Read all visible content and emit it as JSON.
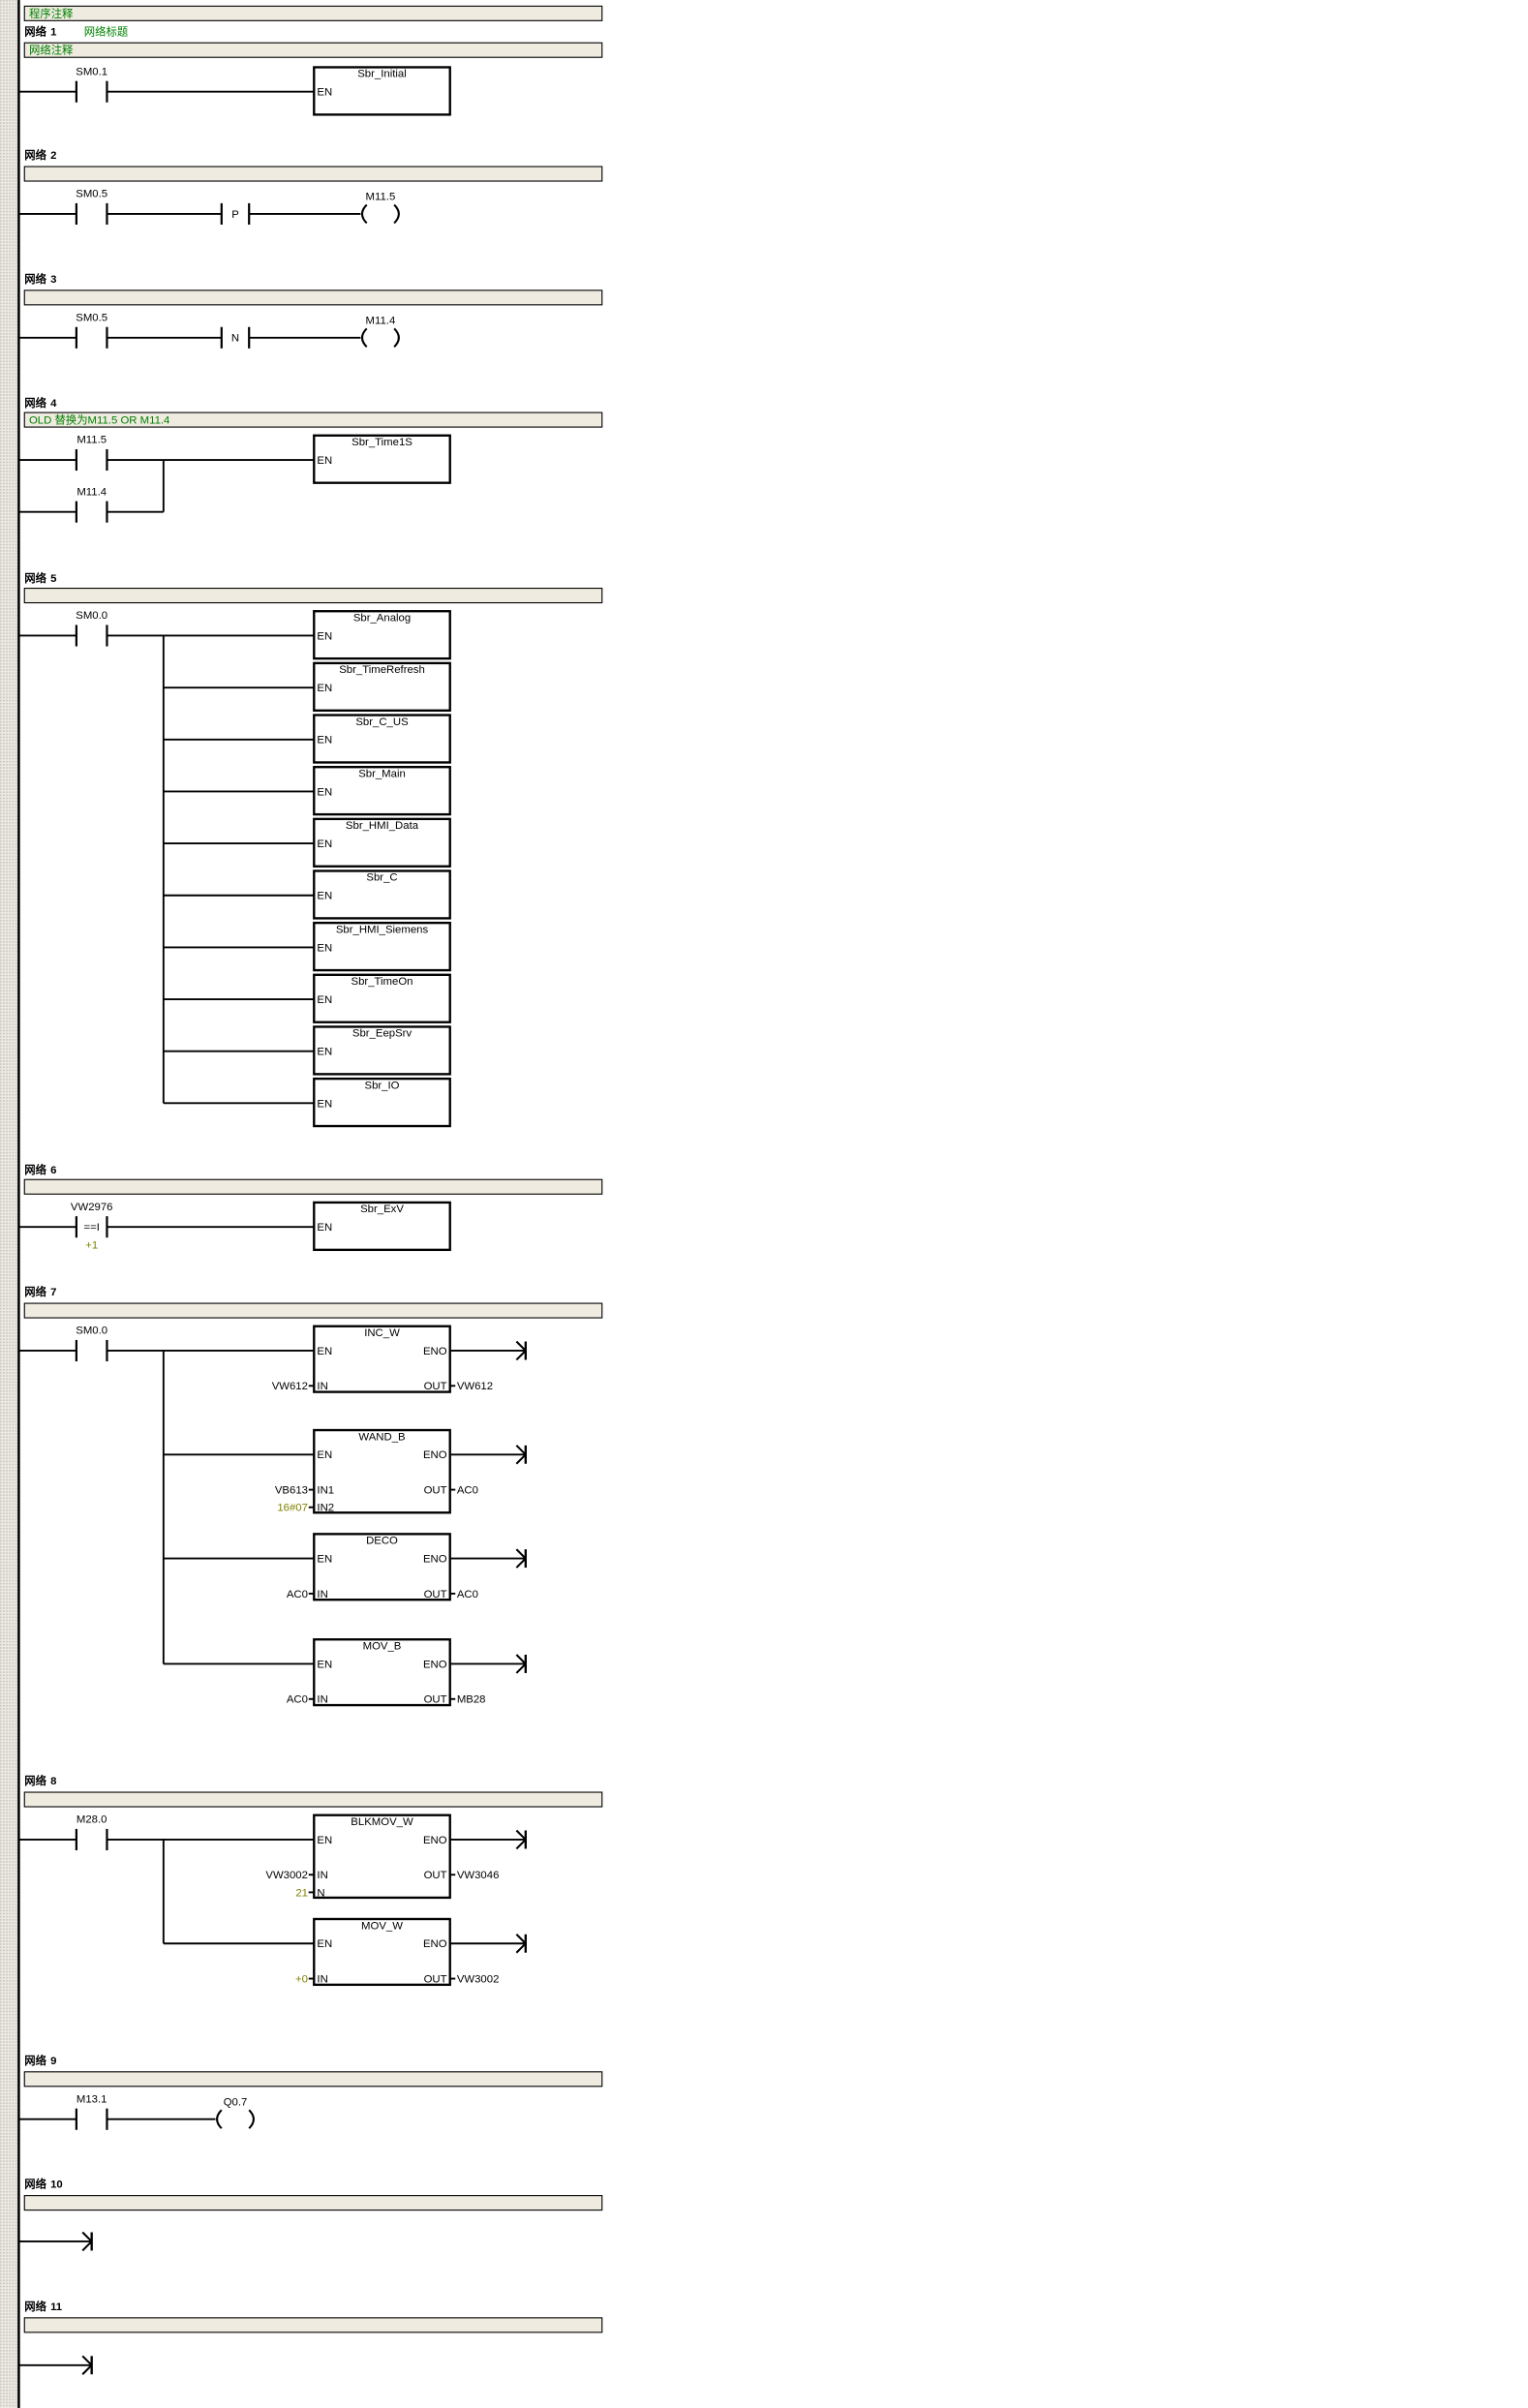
{
  "program_comment": "程序注释",
  "network_label": "网络",
  "pins": {
    "en": "EN",
    "eno": "ENO"
  },
  "networks": [
    {
      "number": "1",
      "title": "网络标题",
      "comment": "网络注释",
      "contacts": [
        "SM0.1"
      ],
      "boxes": [
        {
          "name": "Sbr_Initial"
        }
      ]
    },
    {
      "number": "2",
      "title": "",
      "comment": "",
      "contacts": [
        "SM0.5"
      ],
      "transition": "P",
      "coil": "M11.5"
    },
    {
      "number": "3",
      "title": "",
      "comment": "",
      "contacts": [
        "SM0.5"
      ],
      "transition": "N",
      "coil": "M11.4"
    },
    {
      "number": "4",
      "title": "",
      "comment": "OLD 替换为M11.5 OR M11.4",
      "contacts": [
        "M11.5",
        "M11.4"
      ],
      "boxes": [
        {
          "name": "Sbr_Time1S"
        }
      ]
    },
    {
      "number": "5",
      "title": "",
      "comment": "",
      "contacts": [
        "SM0.0"
      ],
      "boxes": [
        {
          "name": "Sbr_Analog"
        },
        {
          "name": "Sbr_TimeRefresh"
        },
        {
          "name": "Sbr_C_US"
        },
        {
          "name": "Sbr_Main"
        },
        {
          "name": "Sbr_HMI_Data"
        },
        {
          "name": "Sbr_C"
        },
        {
          "name": "Sbr_HMI_Siemens"
        },
        {
          "name": "Sbr_TimeOn"
        },
        {
          "name": "Sbr_EepSrv"
        },
        {
          "name": "Sbr_IO"
        }
      ]
    },
    {
      "number": "6",
      "title": "",
      "comment": "",
      "compare": {
        "operand1": "VW2976",
        "op": "==I",
        "operand2": "+1"
      },
      "boxes": [
        {
          "name": "Sbr_ExV"
        }
      ]
    },
    {
      "number": "7",
      "title": "",
      "comment": "",
      "contacts": [
        "SM0.0"
      ],
      "boxes": [
        {
          "name": "INC_W",
          "inputs": [
            {
              "pin": "IN",
              "value": "VW612",
              "const": false
            }
          ],
          "output": {
            "pin": "OUT",
            "value": "VW612"
          }
        },
        {
          "name": "WAND_B",
          "inputs": [
            {
              "pin": "IN1",
              "value": "VB613",
              "const": false
            },
            {
              "pin": "IN2",
              "value": "16#07",
              "const": true
            }
          ],
          "output": {
            "pin": "OUT",
            "value": "AC0"
          }
        },
        {
          "name": "DECO",
          "inputs": [
            {
              "pin": "IN",
              "value": "AC0",
              "const": false
            }
          ],
          "output": {
            "pin": "OUT",
            "value": "AC0"
          }
        },
        {
          "name": "MOV_B",
          "inputs": [
            {
              "pin": "IN",
              "value": "AC0",
              "const": false
            }
          ],
          "output": {
            "pin": "OUT",
            "value": "MB28"
          }
        }
      ]
    },
    {
      "number": "8",
      "title": "",
      "comment": "",
      "contacts": [
        "M28.0"
      ],
      "boxes": [
        {
          "name": "BLKMOV_W",
          "inputs": [
            {
              "pin": "IN",
              "value": "VW3002",
              "const": false
            },
            {
              "pin": "N",
              "value": "21",
              "const": true
            }
          ],
          "output": {
            "pin": "OUT",
            "value": "VW3046"
          }
        },
        {
          "name": "MOV_W",
          "inputs": [
            {
              "pin": "IN",
              "value": "+0",
              "const": true
            }
          ],
          "output": {
            "pin": "OUT",
            "value": "VW3002"
          }
        }
      ]
    },
    {
      "number": "9",
      "title": "",
      "comment": "",
      "contacts": [
        "M13.1"
      ],
      "coil": "Q0.7"
    },
    {
      "number": "10",
      "title": "",
      "comment": ""
    },
    {
      "number": "11",
      "title": "",
      "comment": ""
    }
  ]
}
